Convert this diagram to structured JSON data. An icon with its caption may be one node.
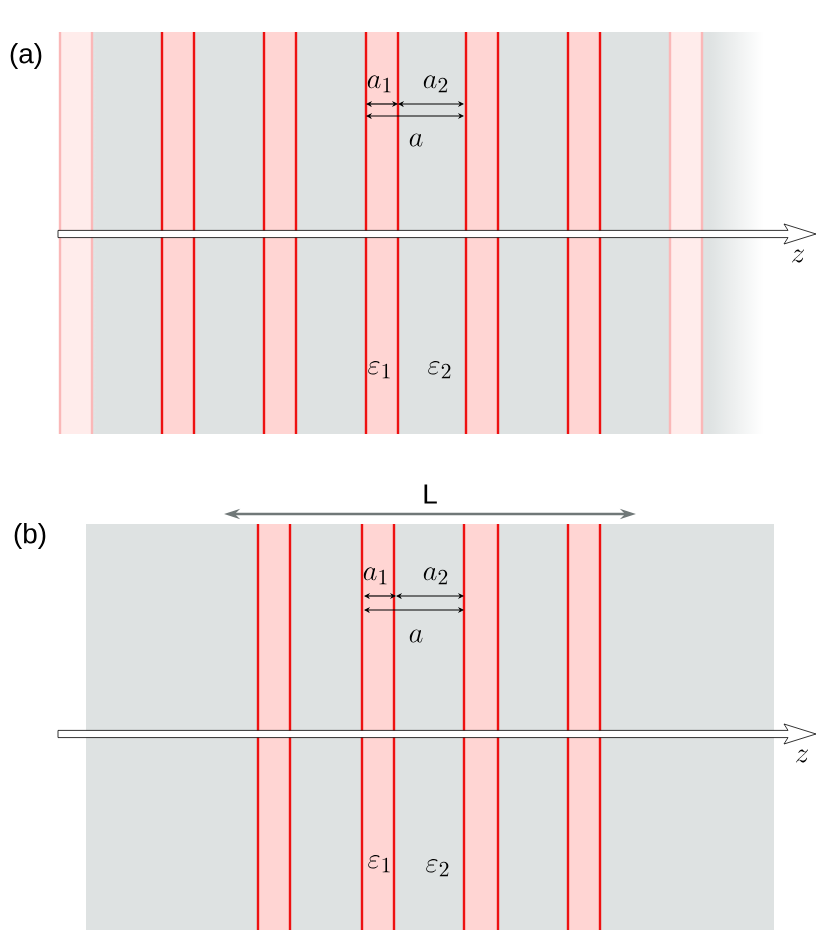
{
  "diagram": {
    "labels": [
      "(a)",
      "a_1",
      "a_2",
      "a",
      "z",
      "\\varepsilon_1",
      "\\varepsilon_2",
      "L",
      "(b)",
      "a_1",
      "a_2",
      "a",
      "z",
      "\\varepsilon_1",
      "\\varepsilon_2"
    ]
  }
}
